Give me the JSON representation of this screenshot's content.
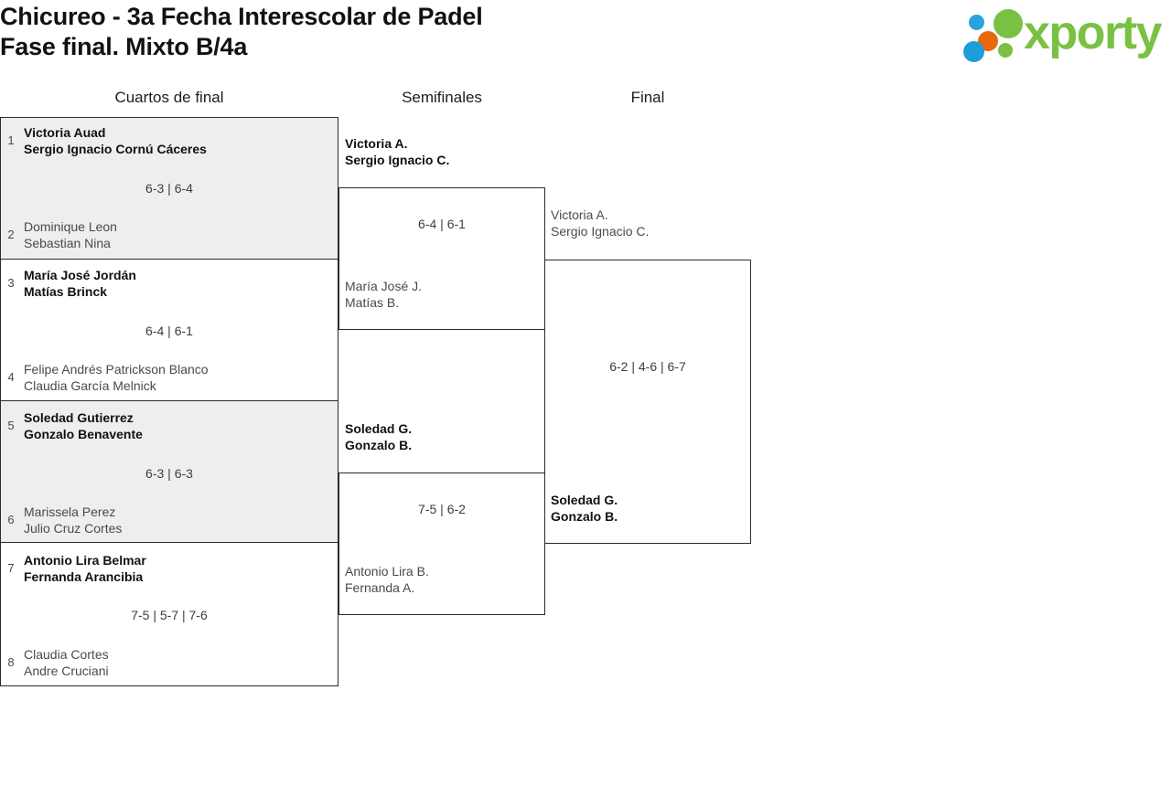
{
  "header": {
    "title_line1": "Chicureo - 3a Fecha Interescolar de Padel",
    "title_line2": "Fase final. Mixto B/4a",
    "logo_text": "xporty",
    "logo_colors": {
      "green": "#7ac143",
      "blue": "#2aa3dd",
      "orange": "#e8690b"
    }
  },
  "rounds": {
    "quarterfinals_label": "Cuartos de final",
    "semifinals_label": "Semifinales",
    "final_label": "Final"
  },
  "quarterfinals": [
    {
      "shaded": true,
      "score": "6-3 | 6-4",
      "top": {
        "seed": "1",
        "player1": "Victoria Auad",
        "player2": "Sergio Ignacio Cornú Cáceres",
        "winner": true
      },
      "bottom": {
        "seed": "2",
        "player1": "Dominique Leon",
        "player2": "Sebastian Nina",
        "winner": false
      }
    },
    {
      "shaded": false,
      "score": "6-4 | 6-1",
      "top": {
        "seed": "3",
        "player1": "María José Jordán",
        "player2": "Matías Brinck",
        "winner": true
      },
      "bottom": {
        "seed": "4",
        "player1": "Felipe Andrés Patrickson Blanco",
        "player2": "Claudia García Melnick",
        "winner": false
      }
    },
    {
      "shaded": true,
      "score": "6-3 | 6-3",
      "top": {
        "seed": "5",
        "player1": "Soledad Gutierrez",
        "player2": "Gonzalo Benavente",
        "winner": true
      },
      "bottom": {
        "seed": "6",
        "player1": "Marissela Perez",
        "player2": "Julio Cruz Cortes",
        "winner": false
      }
    },
    {
      "shaded": false,
      "score": "7-5 | 5-7 | 7-6",
      "top": {
        "seed": "7",
        "player1": "Antonio Lira Belmar",
        "player2": "Fernanda Arancibia",
        "winner": true
      },
      "bottom": {
        "seed": "8",
        "player1": "Claudia Cortes",
        "player2": "Andre Cruciani",
        "winner": false
      }
    }
  ],
  "semifinals": [
    {
      "score": "6-4 | 6-1",
      "top": {
        "player1": "Victoria A.",
        "player2": "Sergio Ignacio C.",
        "winner": true
      },
      "bottom": {
        "player1": "María José J.",
        "player2": "Matías B.",
        "winner": false
      }
    },
    {
      "score": "7-5 | 6-2",
      "top": {
        "player1": "Soledad G.",
        "player2": "Gonzalo B.",
        "winner": true
      },
      "bottom": {
        "player1": "Antonio Lira B.",
        "player2": "Fernanda A.",
        "winner": false
      }
    }
  ],
  "final": {
    "score": "6-2 | 4-6 | 6-7",
    "top": {
      "player1": "Victoria A.",
      "player2": "Sergio Ignacio C.",
      "winner": false
    },
    "bottom": {
      "player1": "Soledad G.",
      "player2": "Gonzalo B.",
      "winner": true
    }
  }
}
